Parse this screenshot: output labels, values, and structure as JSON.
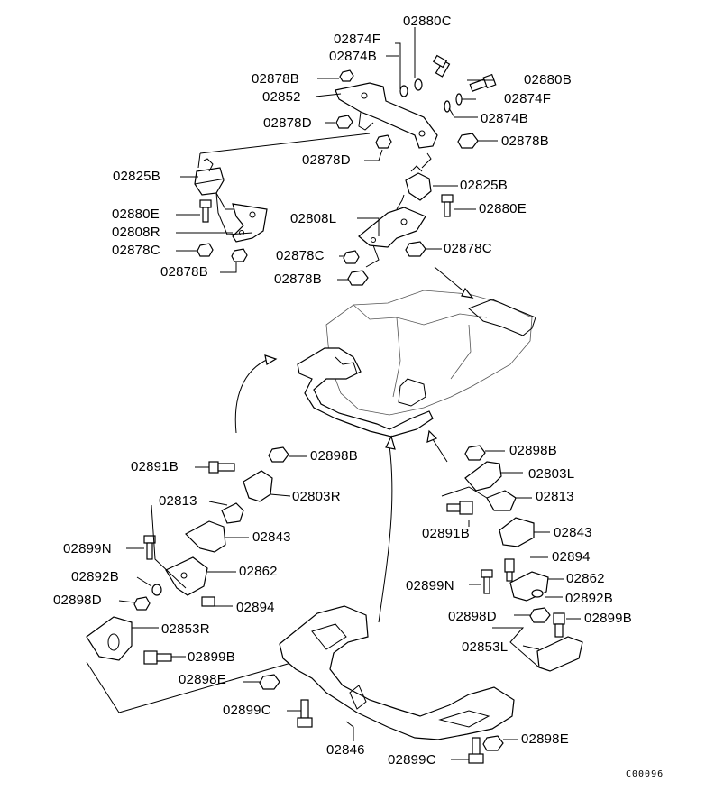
{
  "diagram_code": "C00096",
  "labels": [
    {
      "id": "l1",
      "text": "02880C"
    },
    {
      "id": "l2",
      "text": "02874F"
    },
    {
      "id": "l3",
      "text": "02874B"
    },
    {
      "id": "l4",
      "text": "02878B"
    },
    {
      "id": "l5",
      "text": "02880B"
    },
    {
      "id": "l6",
      "text": "02852"
    },
    {
      "id": "l7",
      "text": "02874F"
    },
    {
      "id": "l8",
      "text": "02874B"
    },
    {
      "id": "l9",
      "text": "02878D"
    },
    {
      "id": "l10",
      "text": "02878B"
    },
    {
      "id": "l11",
      "text": "02878D"
    },
    {
      "id": "l12",
      "text": "02825B"
    },
    {
      "id": "l13",
      "text": "02825B"
    },
    {
      "id": "l14",
      "text": "02880E"
    },
    {
      "id": "l15",
      "text": "02880E"
    },
    {
      "id": "l16",
      "text": "02808L"
    },
    {
      "id": "l17",
      "text": "02808R"
    },
    {
      "id": "l18",
      "text": "02878C"
    },
    {
      "id": "l19",
      "text": "02878C"
    },
    {
      "id": "l20",
      "text": "02878C"
    },
    {
      "id": "l21",
      "text": "02878B"
    },
    {
      "id": "l22",
      "text": "02878B"
    },
    {
      "id": "l23",
      "text": "02891B"
    },
    {
      "id": "l24",
      "text": "02898B"
    },
    {
      "id": "l25",
      "text": "02898B"
    },
    {
      "id": "l26",
      "text": "02803L"
    },
    {
      "id": "l27",
      "text": "02813"
    },
    {
      "id": "l28",
      "text": "02803R"
    },
    {
      "id": "l29",
      "text": "02813"
    },
    {
      "id": "l30",
      "text": "02891B"
    },
    {
      "id": "l31",
      "text": "02843"
    },
    {
      "id": "l32",
      "text": "02843"
    },
    {
      "id": "l33",
      "text": "02899N"
    },
    {
      "id": "l34",
      "text": "02894"
    },
    {
      "id": "l35",
      "text": "02862"
    },
    {
      "id": "l36",
      "text": "02892B"
    },
    {
      "id": "l37",
      "text": "02862"
    },
    {
      "id": "l38",
      "text": "02899N"
    },
    {
      "id": "l39",
      "text": "02898D"
    },
    {
      "id": "l40",
      "text": "02894"
    },
    {
      "id": "l41",
      "text": "02892B"
    },
    {
      "id": "l42",
      "text": "02853R"
    },
    {
      "id": "l43",
      "text": "02898D"
    },
    {
      "id": "l44",
      "text": "02899B"
    },
    {
      "id": "l45",
      "text": "02899B"
    },
    {
      "id": "l46",
      "text": "02853L"
    },
    {
      "id": "l47",
      "text": "02898E"
    },
    {
      "id": "l48",
      "text": "02899C"
    },
    {
      "id": "l49",
      "text": "02846"
    },
    {
      "id": "l50",
      "text": "02898E"
    },
    {
      "id": "l51",
      "text": "02899C"
    }
  ]
}
